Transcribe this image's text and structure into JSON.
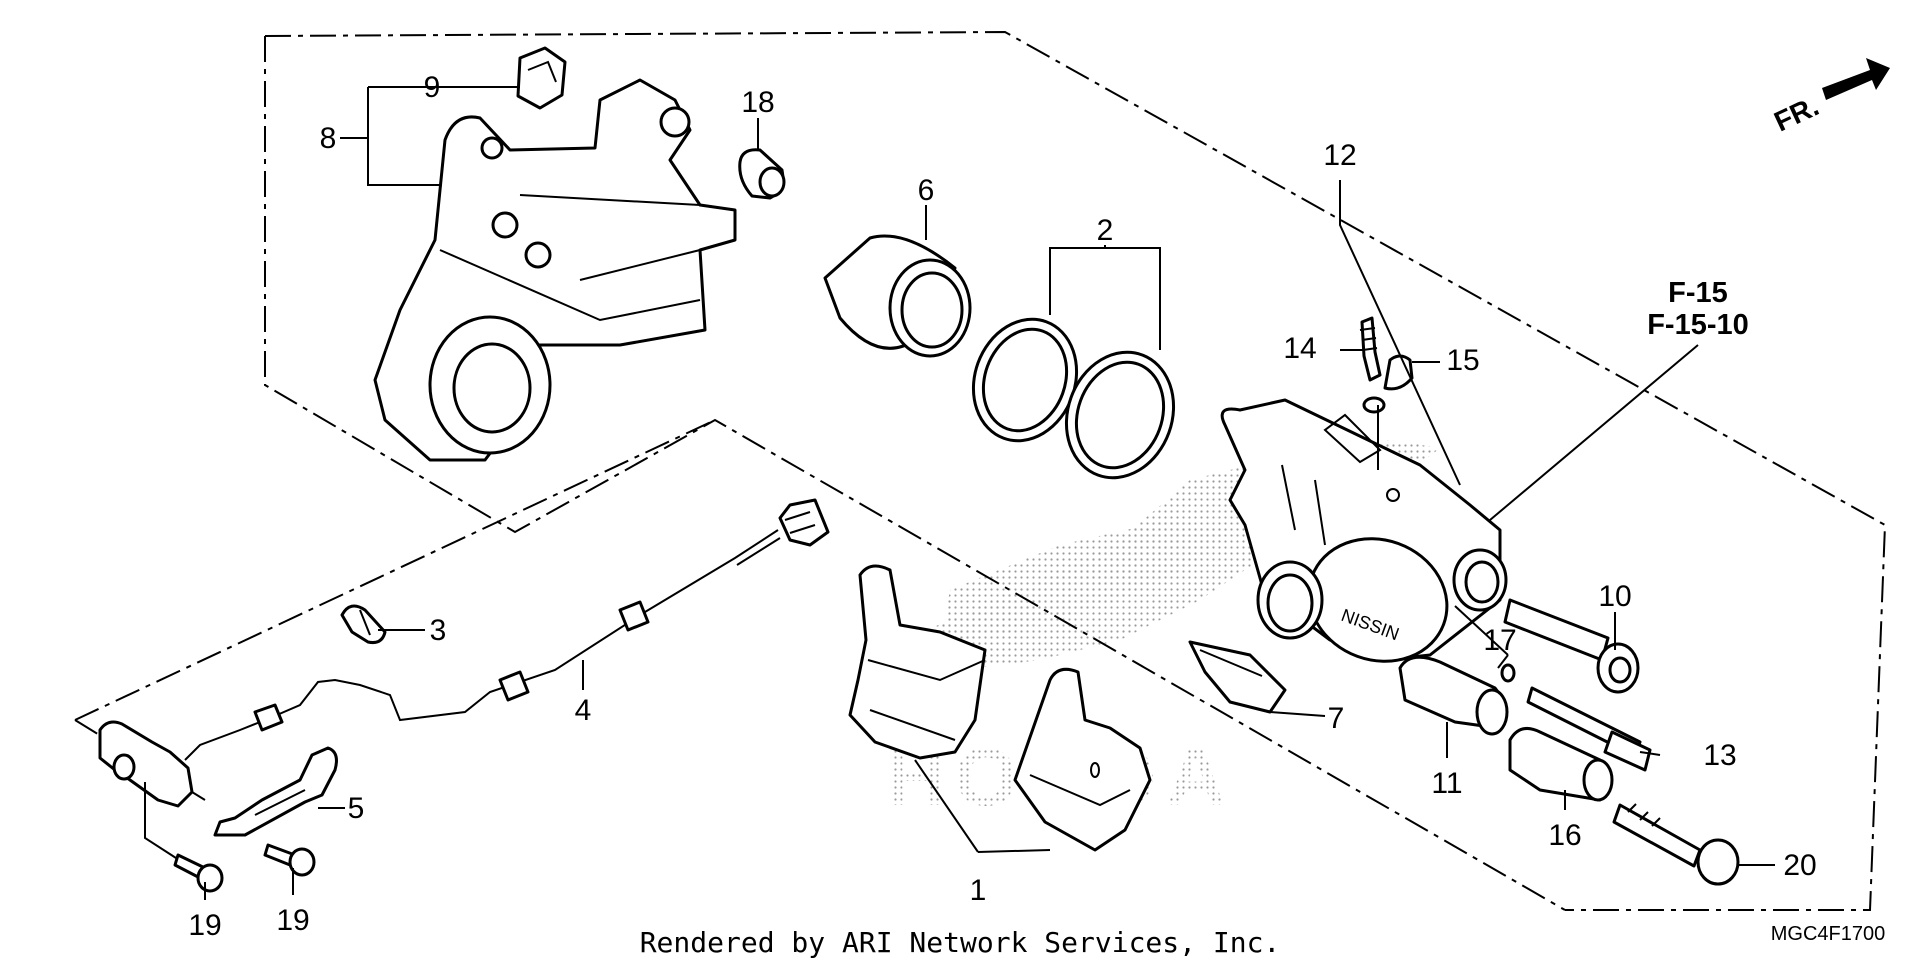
{
  "callouts": {
    "c1": "1",
    "c2": "2",
    "c3": "3",
    "c4": "4",
    "c5": "5",
    "c6": "6",
    "c7": "7",
    "c8": "8",
    "c9": "9",
    "c10": "10",
    "c11": "11",
    "c12": "12",
    "c13": "13",
    "c14": "14",
    "c15": "15",
    "c16": "16",
    "c17": "17",
    "c18": "18",
    "c19a": "19",
    "c19b": "19",
    "c20": "20"
  },
  "references": {
    "primary": "F-15",
    "secondary": "F-15-10"
  },
  "front_indicator": "FR.",
  "footer": {
    "credit": "Rendered by ARI Network Services, Inc.",
    "diagram_code": "MGC4F1700"
  },
  "watermark_text": "HONDA",
  "colors": {
    "line": "#000000",
    "background": "#ffffff",
    "stipple": "#9a9a9a"
  }
}
